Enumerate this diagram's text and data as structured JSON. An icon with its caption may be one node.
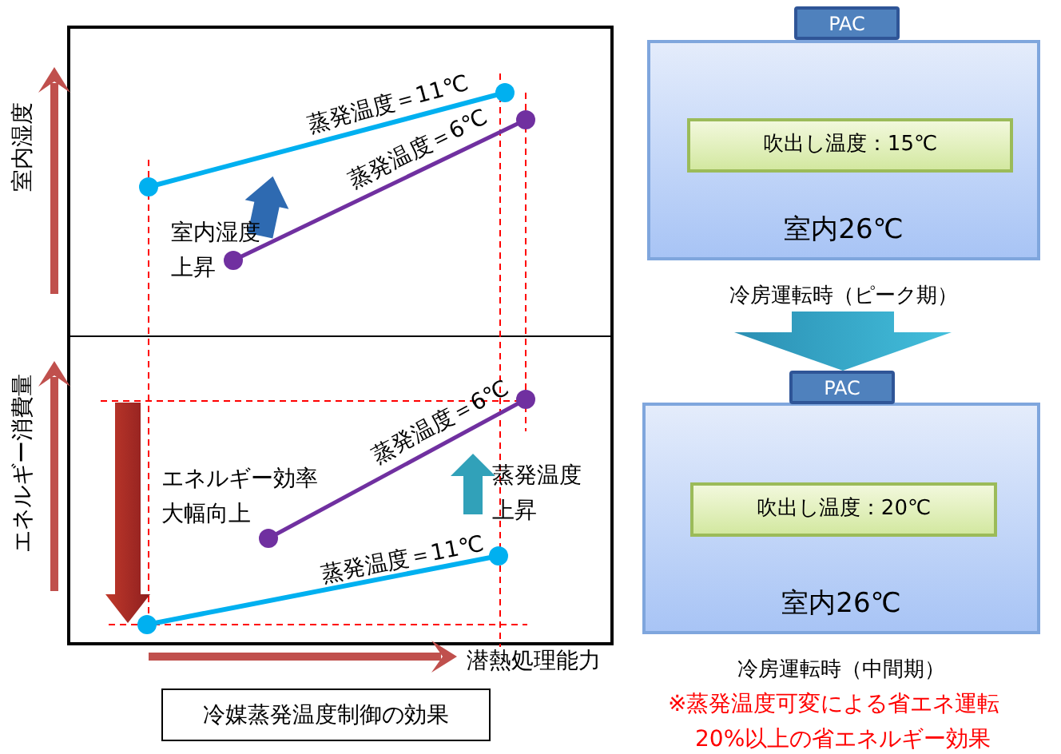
{
  "diagram": {
    "nodes": [
      {
        "text": [
          "PAC"
        ]
      },
      {
        "text": [
          "室内26℃"
        ],
        "beside": [
          "冷房運転時（ピーク期）"
        ]
      },
      {
        "text": [
          "吹出し温度：15℃"
        ],
        "in": 1
      },
      {
        "text": [
          "PAC"
        ]
      },
      {
        "text": [
          "室内26℃"
        ],
        "beside": [
          "冷房運転時（中間期）"
        ]
      },
      {
        "text": [
          "吹出し温度：20℃"
        ],
        "in": 4
      },
      {
        "text": [
          "冷媒蒸発温度制御の効果"
        ]
      }
    ],
    "edges": [
      {
        "from": 1,
        "to": 3,
        "arrow": "to",
        "style": "thick"
      }
    ],
    "labels": [
      "室内湿度",
      "蒸発温度＝11℃",
      "蒸発温度＝6℃",
      "室内湿度上昇",
      "エネルギー消費量",
      "蒸発温度＝6℃",
      "エネルギー効率大幅向上",
      "蒸発温度上昇",
      "蒸発温度＝11℃",
      "潜熱処理能力",
      "※蒸発温度可変による省エネ運転",
      "20%以上の省エネルギー効果"
    ]
  }
}
